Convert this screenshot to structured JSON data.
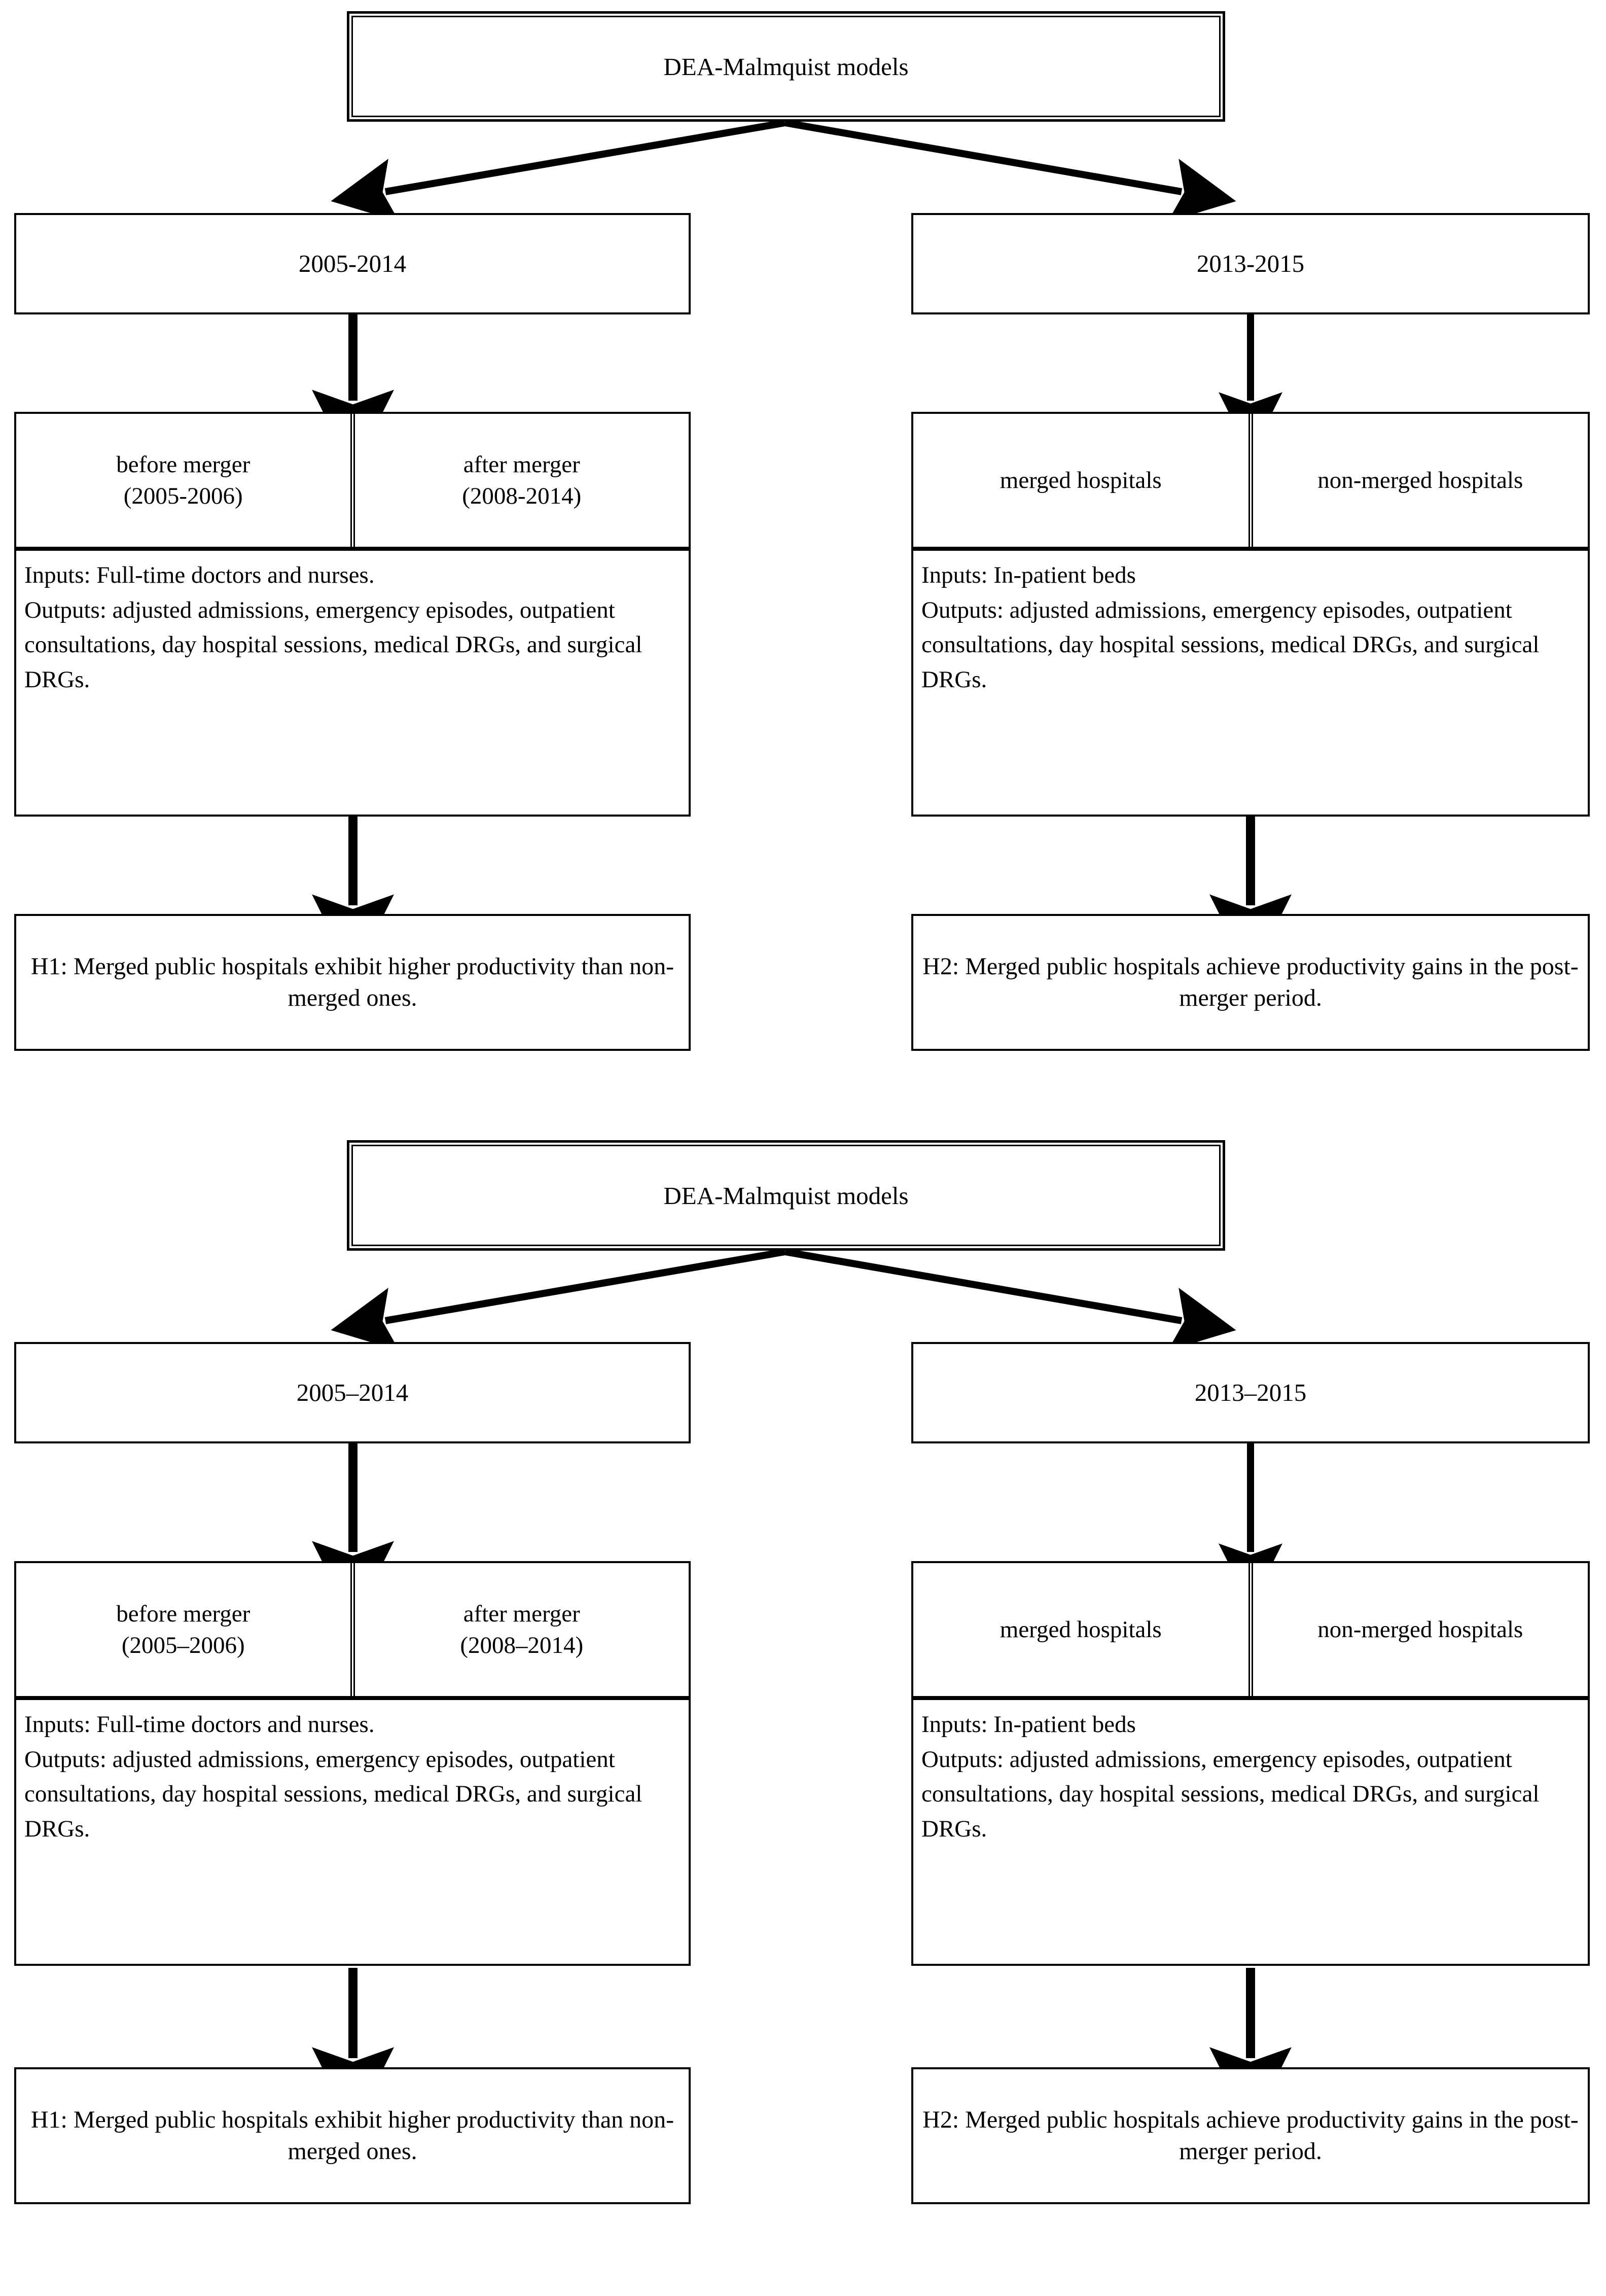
{
  "diagram": {
    "type": "flowchart",
    "title": "DEA-Malmquist model research framework",
    "panels": [
      {
        "id": "panel-top",
        "header": "DEA-Malmquist models",
        "branches": [
          {
            "id": "left",
            "period": "2005-2014",
            "split": {
              "left": "before merger\n(2005-2006)",
              "right": "after merger\n(2008-2014)"
            },
            "variables": "Inputs: Full-time doctors and nurses.\nOutputs: adjusted admissions, emergency episodes, outpatient consultations, day hospital sessions, medical DRGs, and surgical DRGs.",
            "hypothesis": "H1: Merged public hospitals  exhibit higher productivity than non-merged ones."
          },
          {
            "id": "right",
            "period": "2013-2015",
            "split": {
              "left": "merged hospitals",
              "right": "non-merged hospitals"
            },
            "variables": "Inputs: In-patient beds\nOutputs: adjusted admissions, emergency episodes, outpatient consultations, day hospital sessions, medical DRGs, and surgical DRGs.",
            "hypothesis": "H2: Merged public hospitals achieve productivity gains in the post-merger period."
          }
        ]
      },
      {
        "id": "panel-bottom",
        "header": "DEA-Malmquist models",
        "branches": [
          {
            "id": "left",
            "period": "2005–2014",
            "split": {
              "left": "before merger\n(2005–2006)",
              "right": "after merger\n(2008–2014)"
            },
            "variables": "Inputs: Full-time doctors and nurses.\nOutputs: adjusted admissions, emergency episodes, outpatient consultations, day hospital sessions, medical DRGs, and surgical DRGs.",
            "hypothesis": "H1: Merged public hospitals  exhibit higher productivity than non-merged ones."
          },
          {
            "id": "right",
            "period": "2013–2015",
            "split": {
              "left": "merged hospitals",
              "right": "non-merged hospitals"
            },
            "variables": "Inputs: In-patient beds\nOutputs: adjusted admissions, emergency episodes, outpatient consultations, day hospital sessions, medical DRGs, and surgical DRGs.",
            "hypothesis": "H2: Merged public hospitals achieve productivity gains in the post-merger period."
          }
        ]
      }
    ],
    "colors": {
      "stroke": "#000000",
      "background": "#ffffff",
      "text": "#000000"
    }
  }
}
